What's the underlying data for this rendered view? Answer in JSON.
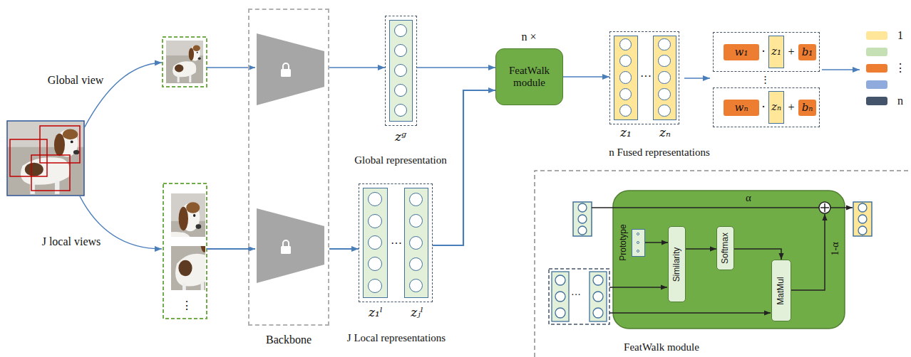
{
  "diagram": {
    "nodes": [
      {
        "text": [
          "Backbone"
        ]
      },
      {
        "text": [
          "zᵍ",
          "Global representation"
        ]
      },
      {
        "text": [
          "J Local representations"
        ]
      },
      {
        "text": [
          "z₁ˡ"
        ],
        "in": 2
      },
      {
        "text": [
          "zⱼˡ"
        ],
        "in": 2
      },
      {
        "text": [
          "FeatWalk module"
        ]
      },
      {
        "text": [
          "n Fused representations"
        ]
      },
      {
        "text": [
          "z₁"
        ],
        "in": 6
      },
      {
        "text": [
          "zₙ"
        ],
        "in": 6
      },
      {
        "text": [
          "·",
          "+"
        ]
      },
      {
        "text": [
          "w₁"
        ],
        "in": 9
      },
      {
        "text": [
          "z₁"
        ],
        "in": 9
      },
      {
        "text": [
          "b₁"
        ],
        "in": 9
      },
      {
        "text": [
          "·",
          "+"
        ]
      },
      {
        "text": [
          "wₙ"
        ],
        "in": 13
      },
      {
        "text": [
          "zₙ"
        ],
        "in": 13
      },
      {
        "text": [
          "bₙ"
        ],
        "in": 13
      },
      {
        "text": [
          "FeatWalk module"
        ]
      },
      {
        "text": [
          "Prototype"
        ],
        "in": 17
      },
      {
        "text": [
          "Similarity"
        ],
        "in": 17
      },
      {
        "text": [
          "Softmax"
        ],
        "in": 17
      },
      {
        "text": [
          "MatMul"
        ],
        "in": 17
      }
    ],
    "edges": [
      {
        "from": 0,
        "to": 1,
        "arrow": "to"
      },
      {
        "from": 0,
        "to": 2,
        "arrow": "to"
      },
      {
        "from": 1,
        "to": 5,
        "arrow": "to"
      },
      {
        "from": 2,
        "to": 5,
        "arrow": "to"
      },
      {
        "from": 5,
        "to": 6,
        "arrow": "to"
      },
      {
        "from": 18,
        "to": 19,
        "arrow": "to"
      },
      {
        "from": 19,
        "to": 20,
        "arrow": "to"
      },
      {
        "from": 20,
        "to": 21,
        "arrow": "to"
      }
    ],
    "labels": [
      "Global view",
      "J local views",
      "⋮",
      "···",
      "n ×",
      "···",
      "⋮",
      "α",
      "1-α",
      "···"
    ],
    "legend": [
      {
        "text": "1",
        "color": "#ffe699"
      },
      {
        "text": "⋮",
        "color": "#ed7d31"
      },
      {
        "text": "n",
        "color": "#44546a"
      }
    ]
  }
}
